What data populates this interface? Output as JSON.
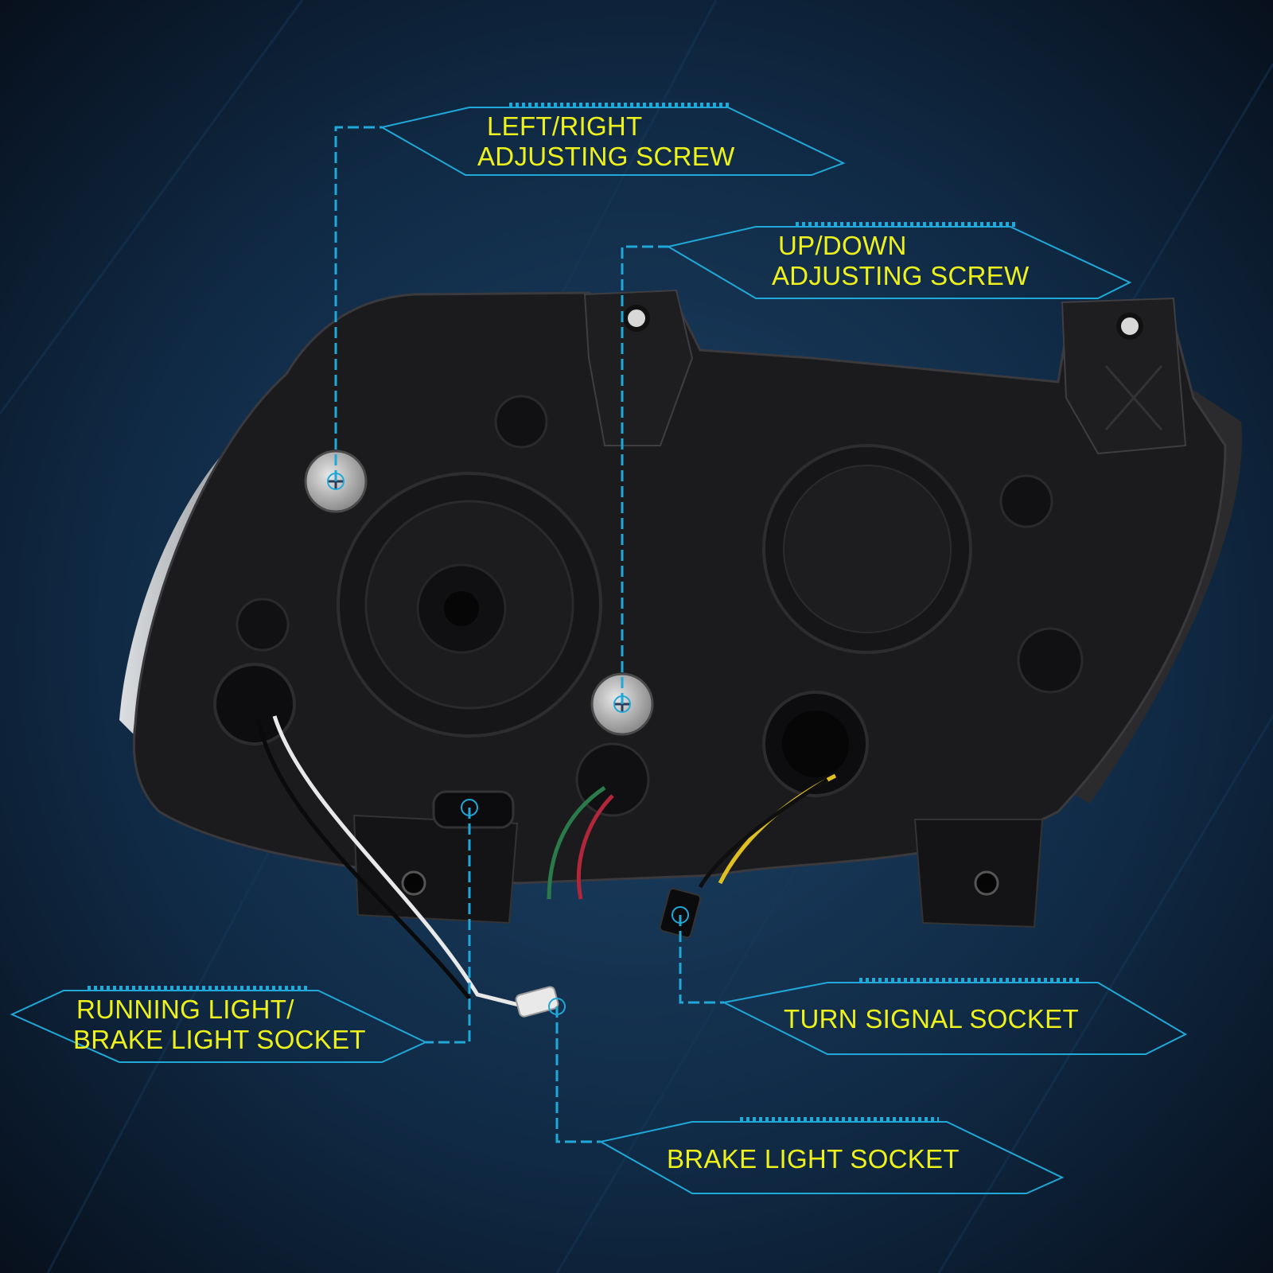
{
  "colors": {
    "background_center": "#1d4266",
    "background_edge": "#060c16",
    "callout_line": "#1fa8d8",
    "label_text": "#eef21a",
    "housing": "#1a1a1c",
    "screw": "#b9b9b9"
  },
  "callouts": [
    {
      "id": "left-right-screw",
      "lines": [
        "LEFT/RIGHT",
        "ADJUSTING SCREW"
      ]
    },
    {
      "id": "up-down-screw",
      "lines": [
        "UP/DOWN",
        "ADJUSTING SCREW"
      ]
    },
    {
      "id": "running-brake-socket",
      "lines": [
        "RUNNING LIGHT/",
        "BRAKE LIGHT SOCKET"
      ]
    },
    {
      "id": "turn-signal-socket",
      "lines": [
        "TURN SIGNAL SOCKET"
      ]
    },
    {
      "id": "brake-light-socket",
      "lines": [
        "BRAKE LIGHT SOCKET"
      ]
    }
  ]
}
